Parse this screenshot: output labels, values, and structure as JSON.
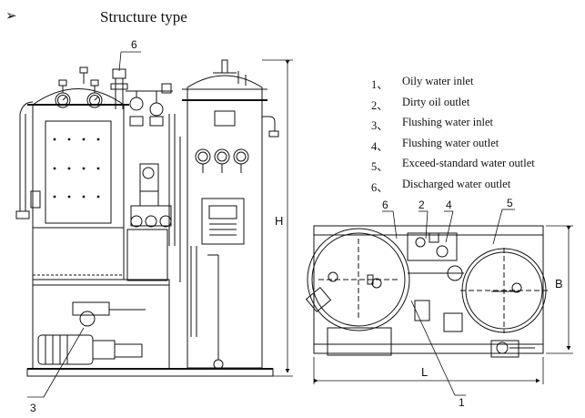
{
  "header": {
    "bullet": "➢",
    "title": "Structure type"
  },
  "legend": [
    {
      "num": "1、",
      "text": "Oily water inlet"
    },
    {
      "num": "2、",
      "text": "Dirty oil outlet"
    },
    {
      "num": "3、",
      "text": "Flushing water  inlet"
    },
    {
      "num": "4、",
      "text": "Flushing water outlet"
    },
    {
      "num": "5、",
      "text": "Exceed-standard water outlet"
    },
    {
      "num": "6、",
      "text": "Discharged water outlet"
    }
  ],
  "front_view": {
    "callout_6": "6",
    "callout_3": "3",
    "dim_height": "H"
  },
  "top_view": {
    "callout_6": "6",
    "callout_2": "2",
    "callout_4": "4",
    "callout_5": "5",
    "callout_1": "1",
    "dim_length": "L",
    "dim_width": "B"
  }
}
